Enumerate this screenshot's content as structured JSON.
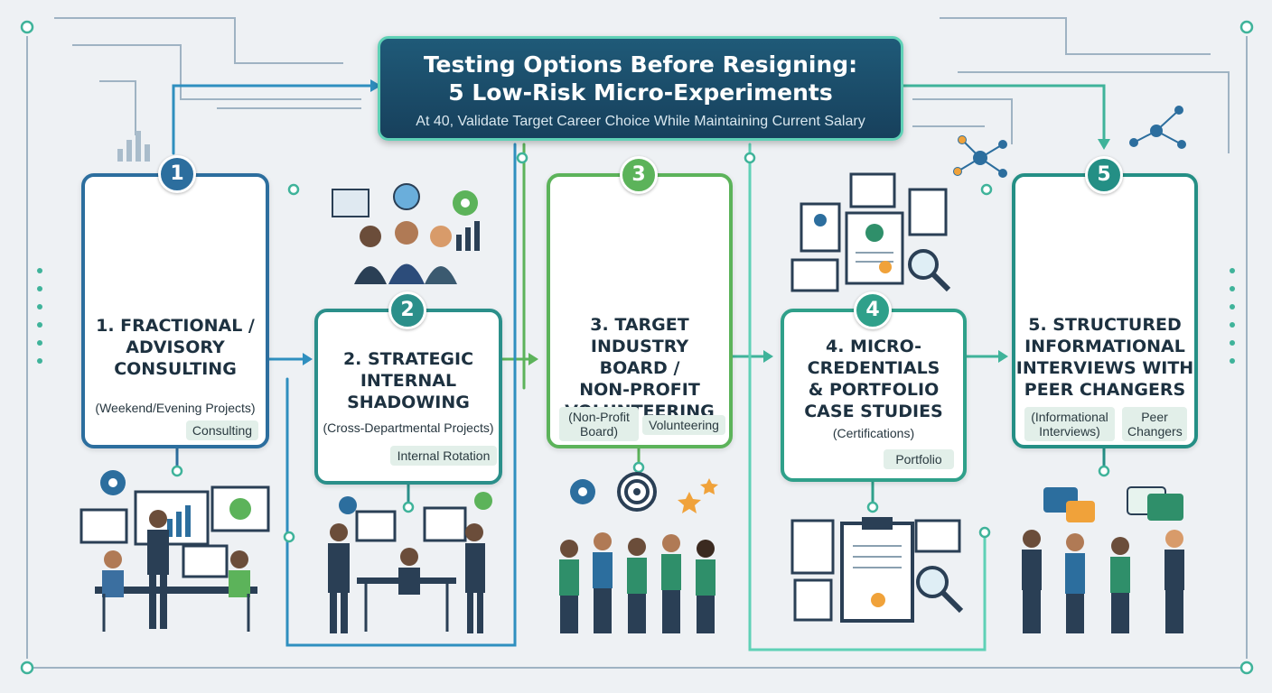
{
  "header": {
    "title_line1": "Testing Options Before Resigning:",
    "title_line2": "5 Low-Risk Micro-Experiments",
    "subtitle": "At 40, Validate Target Career Choice While Maintaining Current Salary"
  },
  "experiments": [
    {
      "number": "1",
      "title_line1": "1. Fractional /",
      "title_line2": "Advisory",
      "title_line3": "Consulting",
      "detail": "(Weekend/Evening Projects)",
      "tag": "Consulting"
    },
    {
      "number": "2",
      "title_line1": "2. Strategic",
      "title_line2": "Internal",
      "title_line3": "Shadowing",
      "detail": "(Cross-Departmental Projects)",
      "tag": "Internal Rotation"
    },
    {
      "number": "3",
      "title_line1": "3. Target Industry",
      "title_line2": "Board /",
      "title_line3": "Non-Profit",
      "title_line4": "Volunteering",
      "tag1_line1": "(Non-Profit",
      "tag1_line2": "Board)",
      "tag2": "Volunteering"
    },
    {
      "number": "4",
      "title_line1": "4. Micro-",
      "title_line2": "Credentials",
      "title_line3": "& Portfolio",
      "title_line4": "Case Studies",
      "detail": "(Certifications)",
      "tag": "Portfolio"
    },
    {
      "number": "5",
      "title_line1": "5. Structured",
      "title_line2": "Informational",
      "title_line3": "Interviews with",
      "title_line4": "Peer Changers",
      "tag1_line1": "(Informational",
      "tag1_line2": "Interviews)",
      "tag2_line1": "Peer",
      "tag2_line2": "Changers"
    }
  ],
  "colors": {
    "blue": "#2c6e9e",
    "teal": "#2b8f8a",
    "green": "#5cb35a",
    "teal_green": "#2fa08a",
    "teal_dark": "#248f85",
    "wire": "#8fa6b8"
  }
}
